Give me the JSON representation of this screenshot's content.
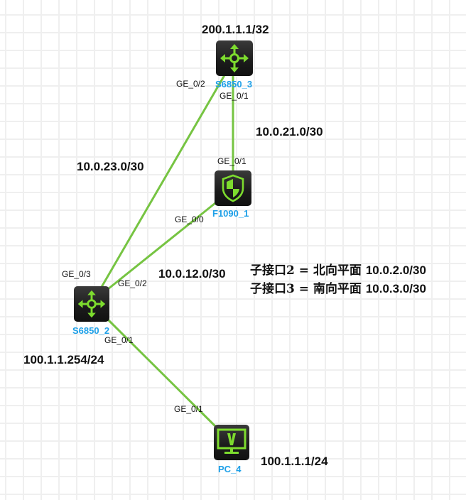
{
  "colors": {
    "link": "#76c442",
    "icon_green": "#7ddc2e",
    "device_label": "#1ea0e8",
    "grid": "#efefef"
  },
  "devices": [
    {
      "id": "s6850_3",
      "name": "S6850_3",
      "type": "router",
      "icon": "router-arrows-icon"
    },
    {
      "id": "f1090_1",
      "name": "F1090_1",
      "type": "firewall",
      "icon": "shield-firewall-icon"
    },
    {
      "id": "s6850_2",
      "name": "S6850_2",
      "type": "router",
      "icon": "router-arrows-icon"
    },
    {
      "id": "pc_4",
      "name": "PC_4",
      "type": "pc",
      "icon": "monitor-v-icon"
    }
  ],
  "links": [
    {
      "from": "s6850_3",
      "to": "f1090_1",
      "from_port": "GE_0/1",
      "to_port": "GE_0/1",
      "network": "10.0.21.0/30"
    },
    {
      "from": "s6850_3",
      "to": "s6850_2",
      "from_port": "GE_0/2",
      "to_port": "GE_0/3",
      "network": "10.0.23.0/30"
    },
    {
      "from": "f1090_1",
      "to": "s6850_2",
      "from_port": "GE_0/0",
      "to_port": "GE_0/2",
      "network": "10.0.12.0/30"
    },
    {
      "from": "s6850_2",
      "to": "pc_4",
      "from_port": "GE_0/1",
      "to_port": "GE_0/1",
      "network": ""
    }
  ],
  "address_labels": {
    "s6850_3_loopback": "200.1.1.1/32",
    "s6850_2_lan": "100.1.1.254/24",
    "pc_4": "100.1.1.1/24"
  },
  "notes": [
    {
      "prefix": "子接口2 =",
      "plane": "北向平面",
      "subnet": "10.0.2.0/30"
    },
    {
      "prefix": "子接口3 =",
      "plane": "南向平面",
      "subnet": "10.0.3.0/30"
    }
  ]
}
